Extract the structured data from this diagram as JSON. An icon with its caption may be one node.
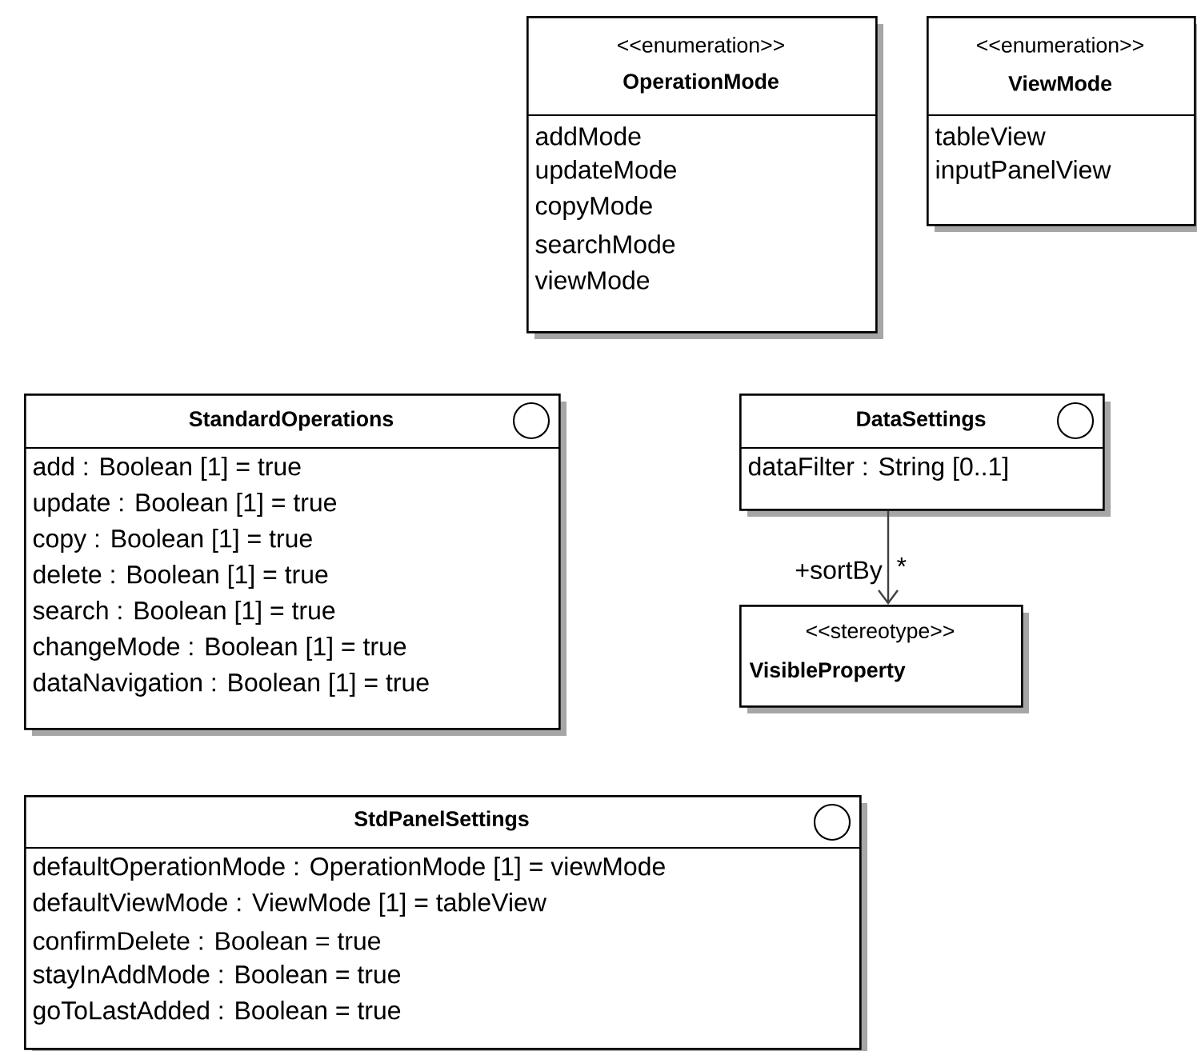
{
  "diagram": {
    "nodes": [
      {
        "text": [
          "<<enumeration>>",
          "OperationMode",
          "addMode",
          "updateMode",
          "copyMode",
          "searchMode",
          "viewMode"
        ]
      },
      {
        "text": [
          "<<enumeration>>",
          "ViewMode",
          "tableView",
          "inputPanelView"
        ]
      },
      {
        "text": [
          "StandardOperations",
          "add : Boolean [1] = true",
          "update : Boolean [1] = true",
          "copy : Boolean [1] = true",
          "delete : Boolean [1] = true",
          "search : Boolean [1] = true",
          "changeMode : Boolean [1] = true",
          "dataNavigation : Boolean [1] = true"
        ]
      },
      {
        "text": [
          "DataSettings",
          "dataFilter : String [0..1]"
        ]
      },
      {
        "text": [
          "<<stereotype>>",
          "VisibleProperty"
        ]
      },
      {
        "text": [
          "StdPanelSettings",
          "defaultOperationMode : OperationMode [1] = viewMode",
          "defaultViewMode : ViewMode [1] = tableView",
          "confirmDelete : Boolean = true",
          "stayInAddMode : Boolean = true",
          "goToLastAdded : Boolean = true"
        ]
      }
    ],
    "edges": [
      {
        "from": 3,
        "to": 4,
        "arrow": "to",
        "label": "+sortBy"
      }
    ],
    "labels": [
      "*"
    ]
  }
}
